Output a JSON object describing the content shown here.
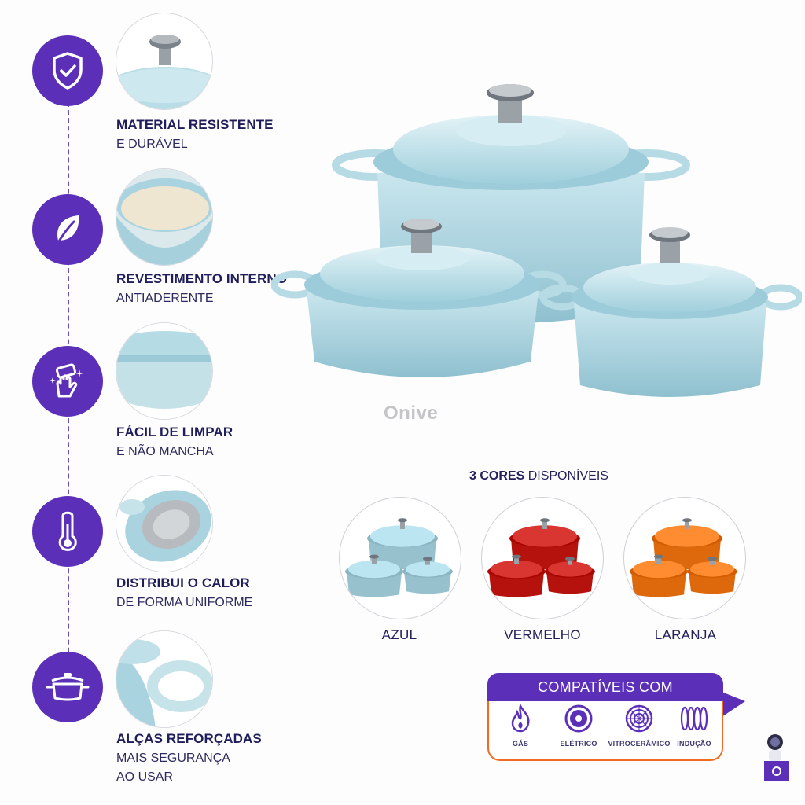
{
  "features": [
    {
      "title": "MATERIAL RESISTENTE",
      "lines": [
        "E DURÁVEL"
      ],
      "icon": "shield-check-icon"
    },
    {
      "title": "REVESTIMENTO INTERNO",
      "lines": [
        "ANTIADERENTE"
      ],
      "icon": "leaf-icon"
    },
    {
      "title": "FÁCIL DE LIMPAR",
      "lines": [
        "E NÃO MANCHA"
      ],
      "icon": "hand-sponge-icon"
    },
    {
      "title": "DISTRIBUI O CALOR",
      "lines": [
        "DE FORMA UNIFORME"
      ],
      "icon": "thermometer-icon"
    },
    {
      "title": "ALÇAS REFORÇADAS",
      "lines": [
        "MAIS SEGURANÇA",
        "AO USAR"
      ],
      "icon": "pot-icon"
    }
  ],
  "brand": "Onive",
  "colors": {
    "heading_bold": "3 CORES",
    "heading_rest": " DISPONÍVEIS",
    "options": [
      {
        "label": "AZUL",
        "hex": "#a9d3df"
      },
      {
        "label": "VERMELHO",
        "hex": "#c8241f"
      },
      {
        "label": "LARANJA",
        "hex": "#f07a1e"
      }
    ]
  },
  "compat": {
    "title": "COMPATÍVEIS COM",
    "items": [
      {
        "label": "GÁS",
        "icon": "flame-icon"
      },
      {
        "label": "ELÉTRICO",
        "icon": "electric-plate-icon"
      },
      {
        "label": "VITROCERÂMICO",
        "icon": "ceramic-hob-icon"
      },
      {
        "label": "INDUÇÃO",
        "icon": "induction-coil-icon"
      }
    ]
  },
  "palette": {
    "purple": "#5b2fb8",
    "orange": "#f26a21",
    "pot_blue": "#a9d3df"
  }
}
